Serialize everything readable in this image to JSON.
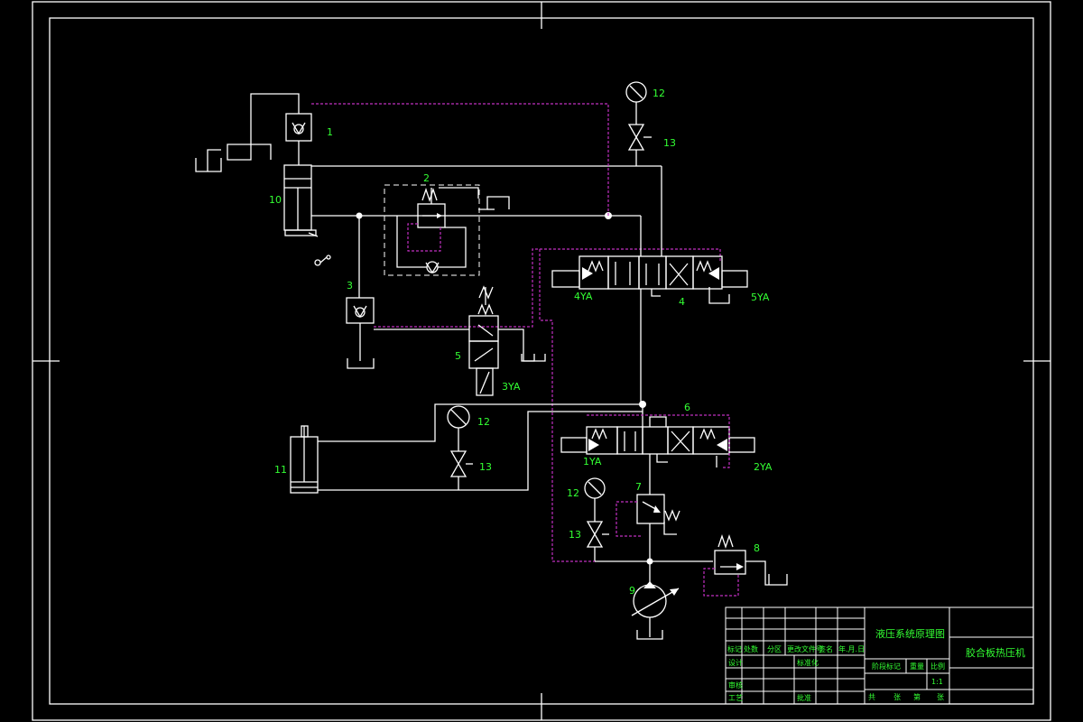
{
  "components": {
    "c1": "1",
    "c2": "2",
    "c3": "3",
    "c4": "4",
    "c5": "5",
    "c6": "6",
    "c7": "7",
    "c8": "8",
    "c9": "9",
    "c10": "10",
    "c11": "11",
    "g12a": "12",
    "v13a": "13",
    "g12b": "12",
    "v13b": "13",
    "g12c": "12",
    "v13c": "13"
  },
  "solenoids": {
    "s1": "1YA",
    "s2": "2YA",
    "s3": "3YA",
    "s4": "4YA",
    "s5": "5YA"
  },
  "title_block": {
    "drawing_title": "液压系统原理图",
    "machine_name": "胶合板热压机",
    "scale": "1:1",
    "row_headers": [
      "标记",
      "处数",
      "分区",
      "更改文件号",
      "签名",
      "年.月.日"
    ],
    "design": "设计",
    "standardization": "标准化",
    "stage_mark": "阶段标记",
    "weight": "重量",
    "ratio": "比例",
    "review": "审核",
    "process": "工艺",
    "approve": "批准",
    "sheet_total": "共",
    "sheet_word": "张",
    "sheet_no": "第",
    "sheet_word2": "张"
  }
}
